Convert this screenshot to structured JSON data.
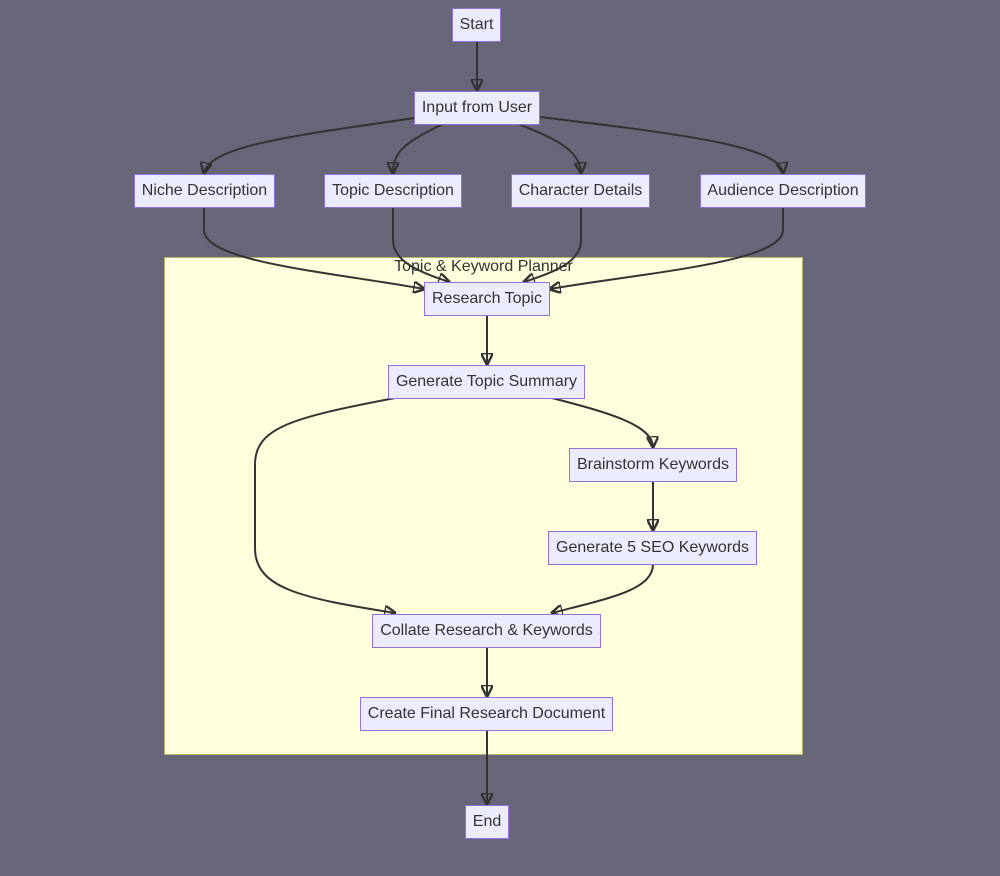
{
  "colors": {
    "background": "#676779",
    "node_fill": "#ececff",
    "node_border": "#9370db",
    "cluster_fill": "#ffffde",
    "cluster_border": "#b3b36a",
    "edge": "#333333",
    "text": "#333333"
  },
  "cluster": {
    "label": "Topic & Keyword Planner"
  },
  "nodes": {
    "start": "Start",
    "input": "Input from User",
    "niche": "Niche Description",
    "topic": "Topic Description",
    "character": "Character Details",
    "audience": "Audience Description",
    "research": "Research Topic",
    "summary": "Generate Topic Summary",
    "brainstorm": "Brainstorm Keywords",
    "seo": "Generate 5 SEO Keywords",
    "collate": "Collate Research & Keywords",
    "final": "Create Final Research Document",
    "end": "End"
  },
  "edges": [
    [
      "start",
      "input"
    ],
    [
      "input",
      "niche"
    ],
    [
      "input",
      "topic"
    ],
    [
      "input",
      "character"
    ],
    [
      "input",
      "audience"
    ],
    [
      "niche",
      "research"
    ],
    [
      "topic",
      "research"
    ],
    [
      "character",
      "research"
    ],
    [
      "audience",
      "research"
    ],
    [
      "research",
      "summary"
    ],
    [
      "summary",
      "brainstorm"
    ],
    [
      "summary",
      "collate"
    ],
    [
      "brainstorm",
      "seo"
    ],
    [
      "seo",
      "collate"
    ],
    [
      "collate",
      "final"
    ],
    [
      "final",
      "end"
    ]
  ]
}
